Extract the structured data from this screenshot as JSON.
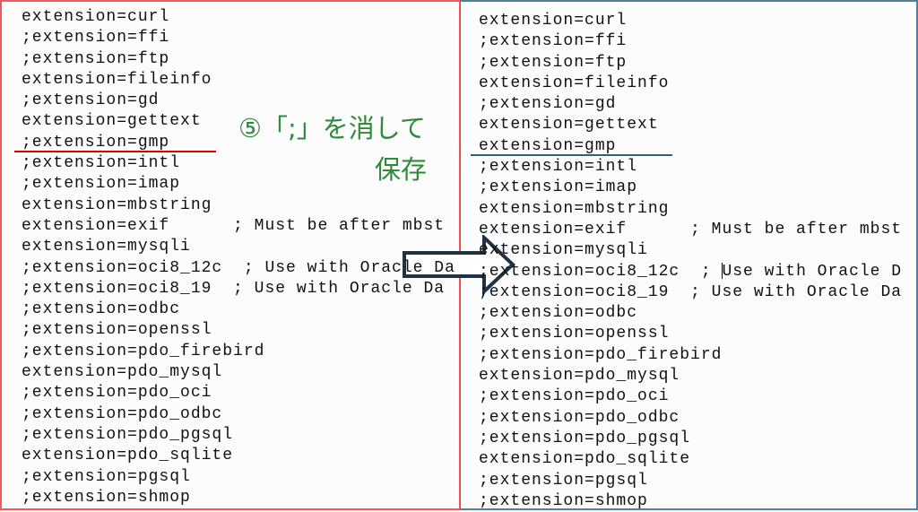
{
  "left_panel": {
    "lines": [
      "extension=curl",
      ";extension=ffi",
      ";extension=ftp",
      "extension=fileinfo",
      ";extension=gd",
      "extension=gettext",
      ";extension=gmp",
      ";extension=intl",
      ";extension=imap",
      "extension=mbstring",
      "extension=exif      ; Must be after mbst",
      "extension=mysqli",
      ";extension=oci8_12c  ; Use with Oracle Da",
      ";extension=oci8_19  ; Use with Oracle Da",
      ";extension=odbc",
      ";extension=openssl",
      ";extension=pdo_firebird",
      "extension=pdo_mysql",
      ";extension=pdo_oci",
      ";extension=pdo_odbc",
      ";extension=pdo_pgsql",
      "extension=pdo_sqlite",
      ";extension=pgsql",
      ";extension=shmop"
    ]
  },
  "right_panel": {
    "lines": [
      "extension=curl",
      ";extension=ffi",
      ";extension=ftp",
      "extension=fileinfo",
      ";extension=gd",
      "extension=gettext",
      "extension=gmp",
      ";extension=intl",
      ";extension=imap",
      "extension=mbstring",
      "extension=exif      ; Must be after mbst",
      "extension=mysqli",
      ";extension=oci8_12c  ; Use with Oracle D",
      ";extension=oci8_19  ; Use with Oracle Da",
      ";extension=odbc",
      ";extension=openssl",
      ";extension=pdo_firebird",
      "extension=pdo_mysql",
      ";extension=pdo_oci",
      ";extension=pdo_odbc",
      ";extension=pdo_pgsql",
      "extension=pdo_sqlite",
      ";extension=pgsql",
      ";extension=shmop"
    ]
  },
  "annotation": {
    "line1": "⑤「;」を消して",
    "line2": "保存"
  },
  "colors": {
    "left_border": "#f05a5a",
    "right_border": "#4f7f9f",
    "annotation": "#2e8b3a",
    "arrow": "#1f3344"
  }
}
